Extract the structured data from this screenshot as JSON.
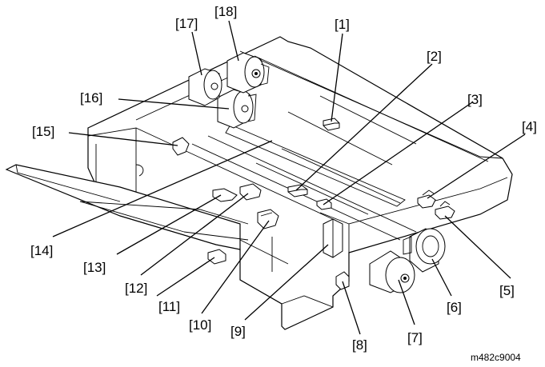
{
  "figure_code": "m482c9004",
  "labels": {
    "l1": "[1]",
    "l2": "[2]",
    "l3": "[3]",
    "l4": "[4]",
    "l5": "[5]",
    "l6": "[6]",
    "l7": "[7]",
    "l8": "[8]",
    "l9": "[9]",
    "l10": "[10]",
    "l11": "[11]",
    "l12": "[12]",
    "l13": "[13]",
    "l14": "[14]",
    "l15": "[15]",
    "l16": "[16]",
    "l17": "[17]",
    "l18": "[18]"
  }
}
